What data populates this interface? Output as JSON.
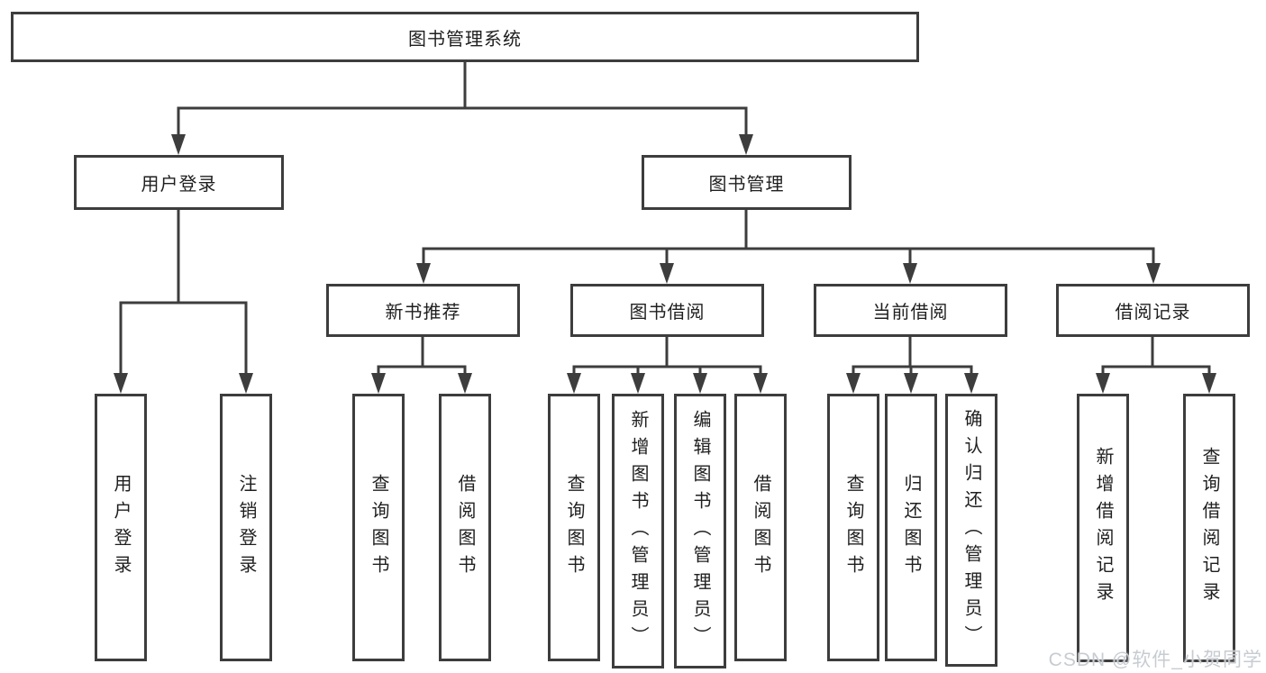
{
  "colors": {
    "line": "#3d3d3d",
    "text": "#1f1f1f",
    "background": "#ffffff",
    "watermark": "#c7ccd2"
  },
  "watermark": "CSDN @软件_小贺同学",
  "tree": {
    "root": {
      "label": "图书管理系统",
      "children": [
        {
          "label": "用户登录",
          "children": [
            {
              "label": "用户登录"
            },
            {
              "label": "注销登录"
            }
          ]
        },
        {
          "label": "图书管理",
          "children": [
            {
              "label": "新书推荐",
              "children": [
                {
                  "label": "查询图书"
                },
                {
                  "label": "借阅图书"
                }
              ]
            },
            {
              "label": "图书借阅",
              "children": [
                {
                  "label": "查询图书"
                },
                {
                  "label": "新增图书（管理员）"
                },
                {
                  "label": "编辑图书（管理员）"
                },
                {
                  "label": "借阅图书"
                }
              ]
            },
            {
              "label": "当前借阅",
              "children": [
                {
                  "label": "查询图书"
                },
                {
                  "label": "归还图书"
                },
                {
                  "label": "确认归还（管理员）"
                }
              ]
            },
            {
              "label": "借阅记录",
              "children": [
                {
                  "label": "新增借阅记录"
                },
                {
                  "label": "查询借阅记录"
                }
              ]
            }
          ]
        }
      ]
    }
  }
}
